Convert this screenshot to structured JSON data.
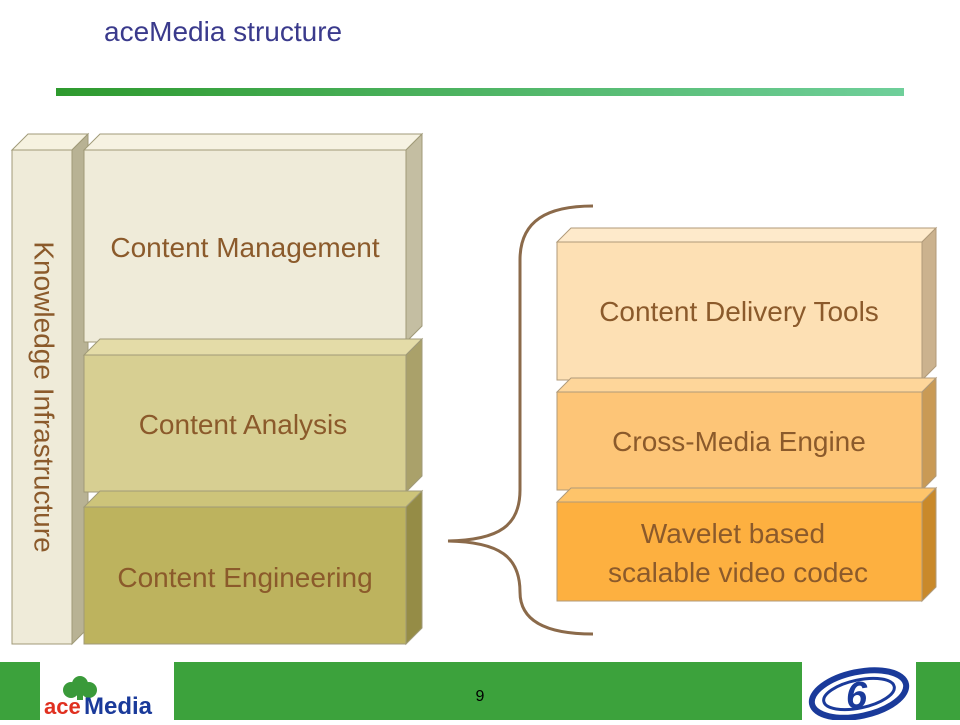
{
  "slide": {
    "title": "aceMedia structure",
    "page_number": "9"
  },
  "left_stack": {
    "vertical_label": "Knowledge Infrastructure",
    "layers": [
      {
        "label": "Content Management",
        "color": "#efebd9"
      },
      {
        "label": "Content Analysis",
        "color": "#d7cf92"
      },
      {
        "label": "Content Engineering",
        "color": "#bdb35e"
      }
    ]
  },
  "right_stack": {
    "layers": [
      {
        "label": "Content Delivery Tools",
        "color": "#fde0b4"
      },
      {
        "label": "Cross-Media Engine",
        "color": "#fdc577"
      },
      {
        "label_lines": [
          "Wavelet based",
          "scalable video codec"
        ],
        "color": "#fdb040"
      }
    ]
  },
  "footer": {
    "logo_left_text": "aceMedia",
    "logo_right_text": "6"
  },
  "colors": {
    "title": "#3a3a8c",
    "label_text": "#8b5a2b",
    "footer_green": "#3ca23c",
    "brace": "#8b6a4a"
  }
}
